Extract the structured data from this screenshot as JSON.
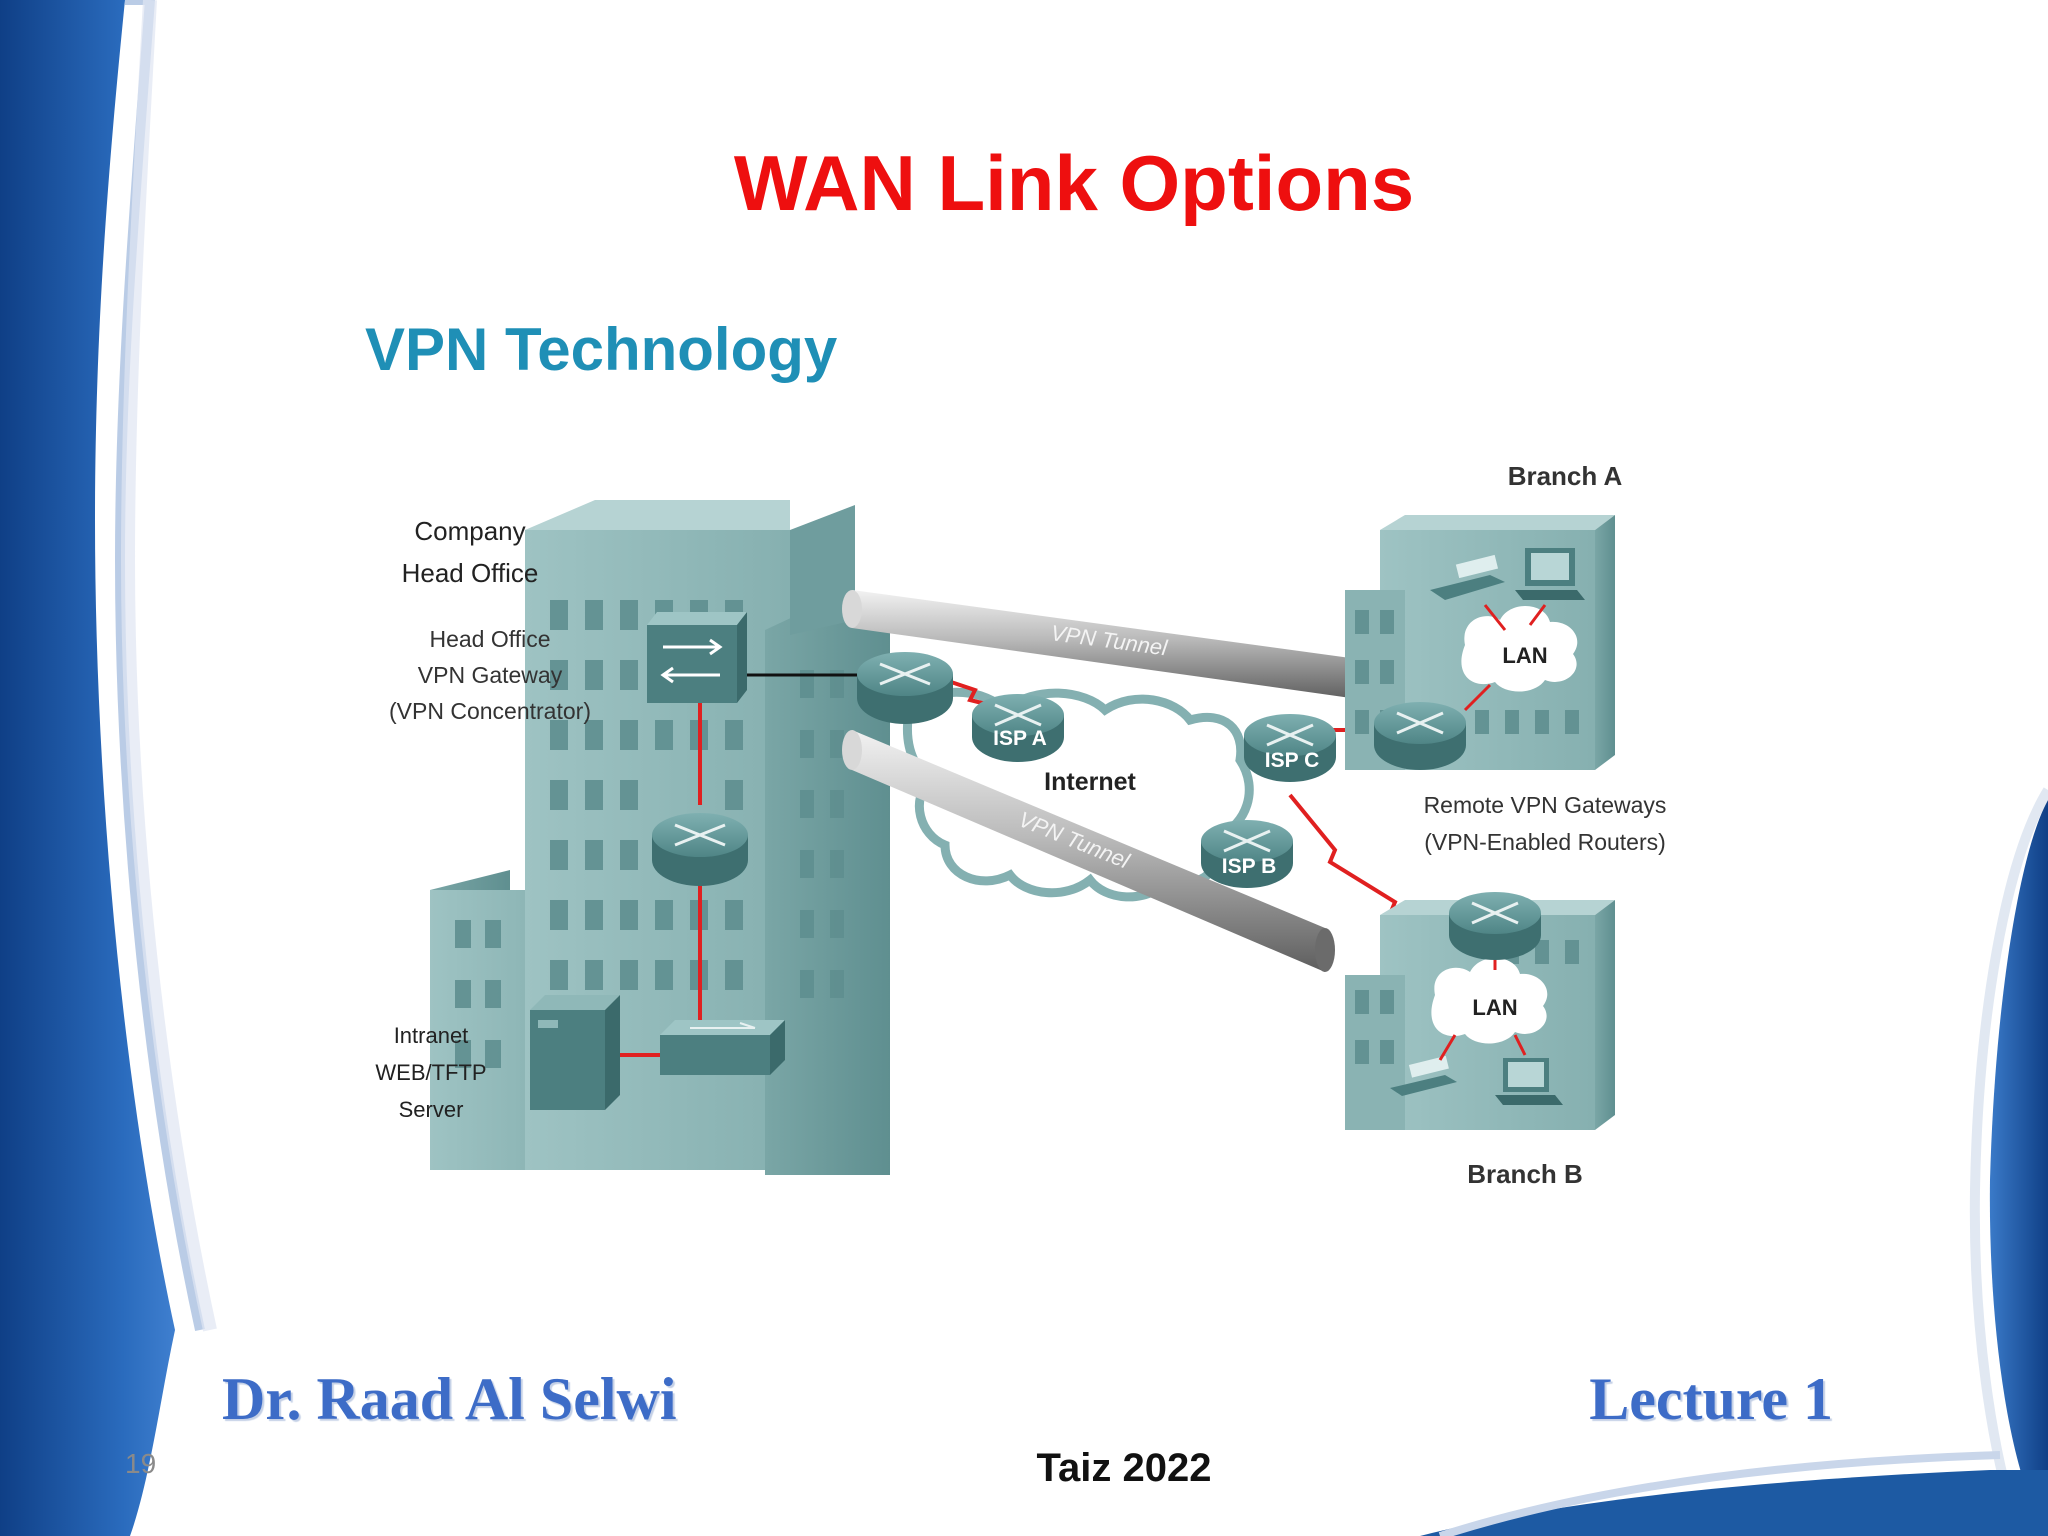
{
  "slide": {
    "title": "WAN Link Options",
    "author": "Dr. Raad Al Selwi",
    "lecture": "Lecture 1",
    "footer": "Taiz 2022",
    "slide_number": "19"
  },
  "diagram": {
    "heading": "VPN Technology",
    "head_office_line1": "Company",
    "head_office_line2": "Head Office",
    "gateway_line1": "Head Office",
    "gateway_line2": "VPN Gateway",
    "gateway_line3": "(VPN Concentrator)",
    "server_line1": "Intranet",
    "server_line2": "WEB/TFTP",
    "server_line3": "Server",
    "branch_a": "Branch A",
    "branch_b": "Branch B",
    "lan": "LAN",
    "isp_a": "ISP A",
    "isp_b": "ISP B",
    "isp_c": "ISP C",
    "internet": "Internet",
    "tunnel": "VPN Tunnel",
    "remote_line1": "Remote VPN Gateways",
    "remote_line2": "(VPN-Enabled Routers)"
  },
  "colors": {
    "title": "#ee0f0f",
    "heading": "#1f8fb6",
    "author": "#3d6cc7",
    "frame_blue": "#1d5aa3",
    "link_red": "#e02020",
    "building": "#8fb7b7"
  }
}
